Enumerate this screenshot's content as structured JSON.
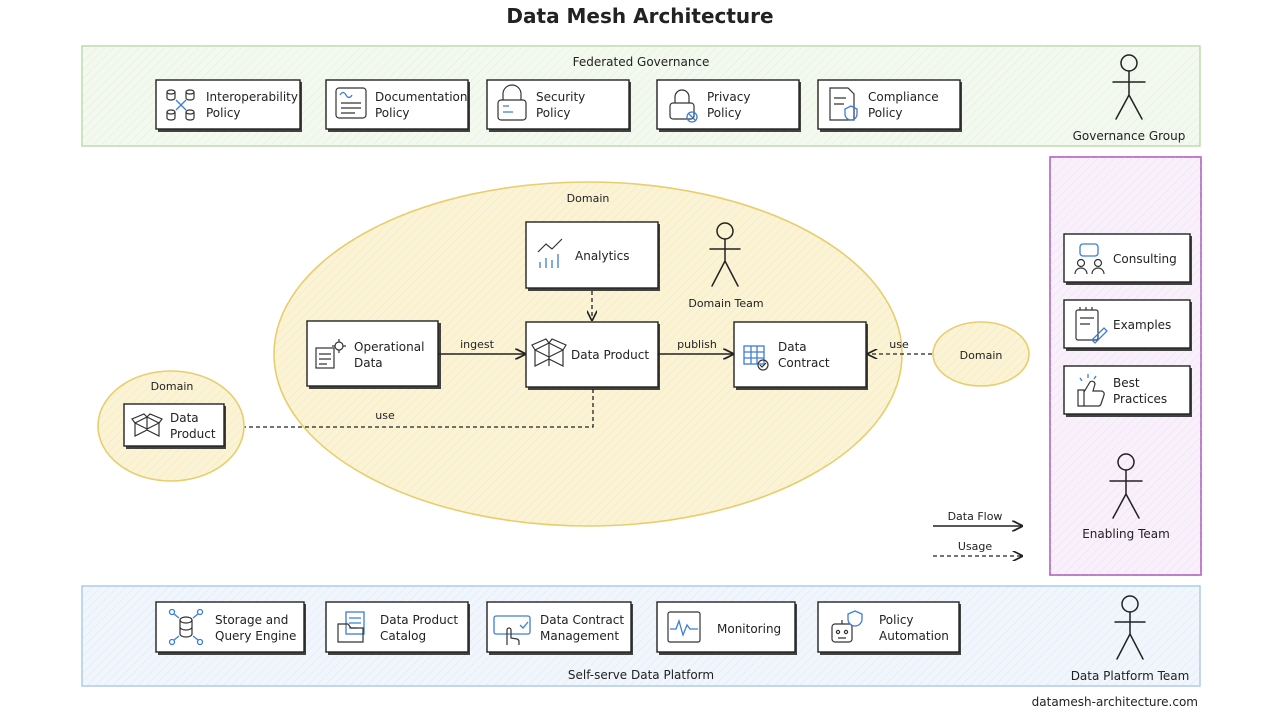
{
  "title": "Data Mesh Architecture",
  "colors": {
    "governance_fill": "#f1f7ec",
    "governance_stroke": "#b8d9a8",
    "domain_fill": "#fbf3d6",
    "domain_stroke": "#e8cd6c",
    "enabling_fill": "#f7eef9",
    "enabling_stroke": "#b35fc4",
    "platform_fill": "#eef4fb",
    "platform_stroke": "#a9c8ea",
    "icon_blue": "#3b7dd8"
  },
  "governance": {
    "label": "Federated Governance",
    "actor": "Governance Group",
    "policies": [
      {
        "line1": "Interoperability",
        "line2": "Policy",
        "icon": "database-link-icon"
      },
      {
        "line1": "Documentation",
        "line2": "Policy",
        "icon": "document-icon"
      },
      {
        "line1": "Security",
        "line2": "Policy",
        "icon": "lock-icon"
      },
      {
        "line1": "Privacy",
        "line2": "Policy",
        "icon": "privacy-icon"
      },
      {
        "line1": "Compliance",
        "line2": "Policy",
        "icon": "compliance-icon"
      }
    ]
  },
  "domain_main": {
    "label": "Domain",
    "team": "Domain Team",
    "analytics": "Analytics",
    "operational_line1": "Operational",
    "operational_line2": "Data",
    "data_product": "Data Product",
    "contract_line1": "Data",
    "contract_line2": "Contract",
    "ingest": "ingest",
    "publish": "publish",
    "use_left": "use"
  },
  "domain_left": {
    "label": "Domain",
    "product_line1": "Data",
    "product_line2": "Product"
  },
  "domain_right": {
    "label": "Domain",
    "use": "use"
  },
  "enabling": {
    "actor": "Enabling Team",
    "items": [
      {
        "line1": "Consulting",
        "line2": "",
        "icon": "consulting-icon"
      },
      {
        "line1": "Examples",
        "line2": "",
        "icon": "examples-icon"
      },
      {
        "line1": "Best",
        "line2": "Practices",
        "icon": "thumbs-up-icon"
      }
    ]
  },
  "legend": {
    "data_flow": "Data Flow",
    "usage": "Usage"
  },
  "platform": {
    "label": "Self-serve Data Platform",
    "actor": "Data Platform Team",
    "items": [
      {
        "line1": "Storage and",
        "line2": "Query Engine",
        "icon": "storage-icon"
      },
      {
        "line1": "Data Product",
        "line2": "Catalog",
        "icon": "catalog-icon"
      },
      {
        "line1": "Data Contract",
        "line2": "Management",
        "icon": "contract-management-icon"
      },
      {
        "line1": "Monitoring",
        "line2": "",
        "icon": "monitoring-icon"
      },
      {
        "line1": "Policy",
        "line2": "Automation",
        "icon": "robot-icon"
      }
    ]
  },
  "footer": "datamesh-architecture.com"
}
